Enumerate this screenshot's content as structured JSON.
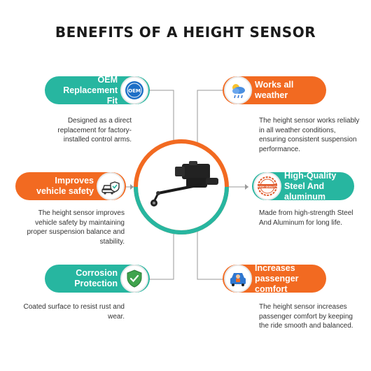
{
  "title": "BENEFITS OF A HEIGHT SENSOR",
  "colors": {
    "teal": "#27b6a0",
    "orange": "#f26a21"
  },
  "benefits": [
    {
      "label": "OEM Replacement Fit",
      "icon": "oem-badge-icon",
      "description": "Designed as a direct replacement for factory-installed control arms.",
      "side": "left",
      "color": "teal"
    },
    {
      "label": "Works all weather",
      "icon": "weather-icon",
      "description": "The height sensor works reliably in all weather conditions, ensuring consistent suspension performance.",
      "side": "right",
      "color": "orange"
    },
    {
      "label": "Improves vehicle safety",
      "icon": "car-shield-icon",
      "description": "The height sensor improves vehicle safety by maintaining proper suspension balance and stability.",
      "side": "left",
      "color": "orange"
    },
    {
      "label": "High-Quality Steel And aluminum",
      "icon": "high-quality-seal-icon",
      "description": "Made from high-strength Steel And Aluminum for long life.",
      "side": "right",
      "color": "teal"
    },
    {
      "label": "Corrosion Protection",
      "icon": "shield-check-icon",
      "description": "Coated surface to resist rust and wear.",
      "side": "left",
      "color": "teal"
    },
    {
      "label": "Increases passenger comfort",
      "icon": "passenger-car-icon",
      "description": "The height sensor increases passenger comfort by keeping the ride smooth and balanced.",
      "side": "right",
      "color": "orange"
    }
  ],
  "badge_text": {
    "oem": "OEM",
    "high_quality": "HIGH QUALITY"
  }
}
